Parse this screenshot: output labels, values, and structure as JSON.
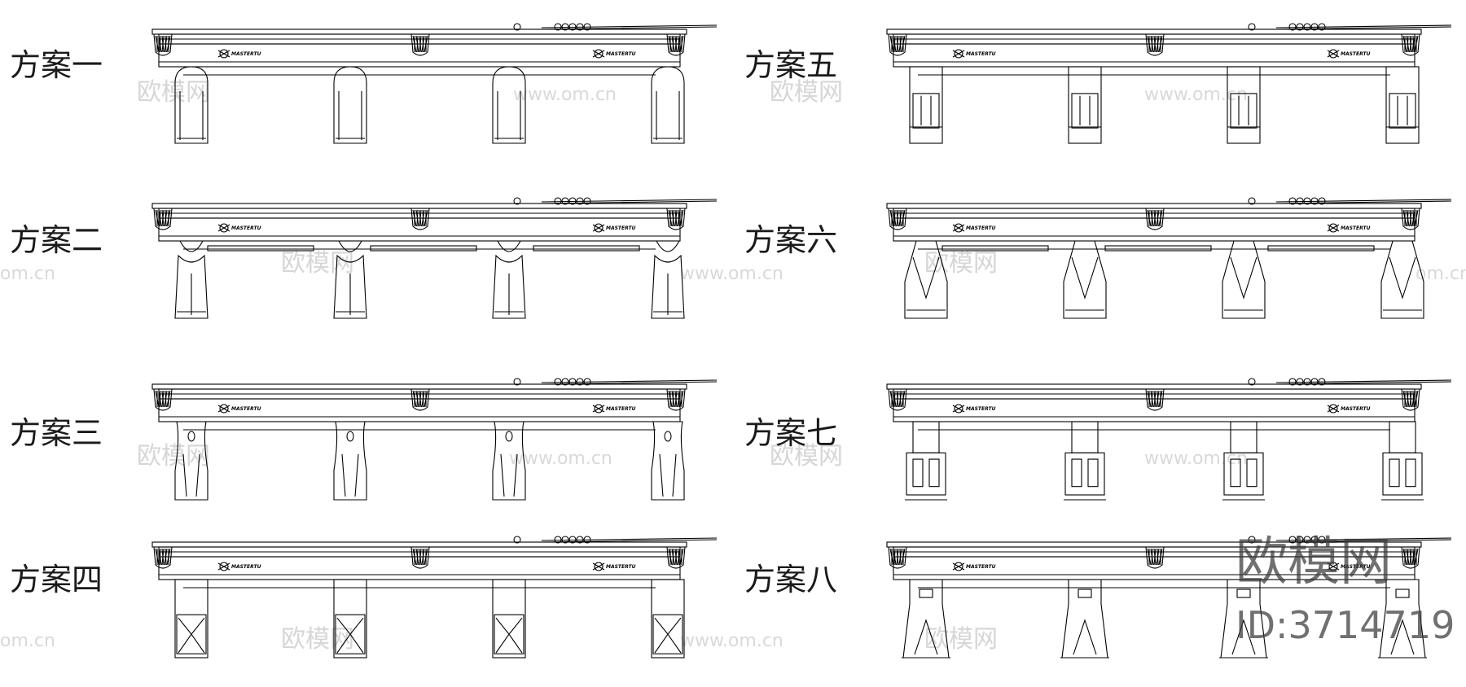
{
  "brand_text": "MASTERTU",
  "schemes": [
    {
      "label": "方案一",
      "leg_style": "arch"
    },
    {
      "label": "方案二",
      "leg_style": "crest"
    },
    {
      "label": "方案三",
      "leg_style": "flare"
    },
    {
      "label": "方案四",
      "leg_style": "diamond"
    },
    {
      "label": "方案五",
      "leg_style": "block"
    },
    {
      "label": "方案六",
      "leg_style": "vee"
    },
    {
      "label": "方案七",
      "leg_style": "panel"
    },
    {
      "label": "方案八",
      "leg_style": "notch"
    }
  ],
  "watermarks": {
    "site_name": "欧模网",
    "url": "www.om.cn",
    "url_short": "om.cn"
  },
  "stamp": {
    "site_name": "欧模网",
    "id_text": "ID:3714719"
  }
}
